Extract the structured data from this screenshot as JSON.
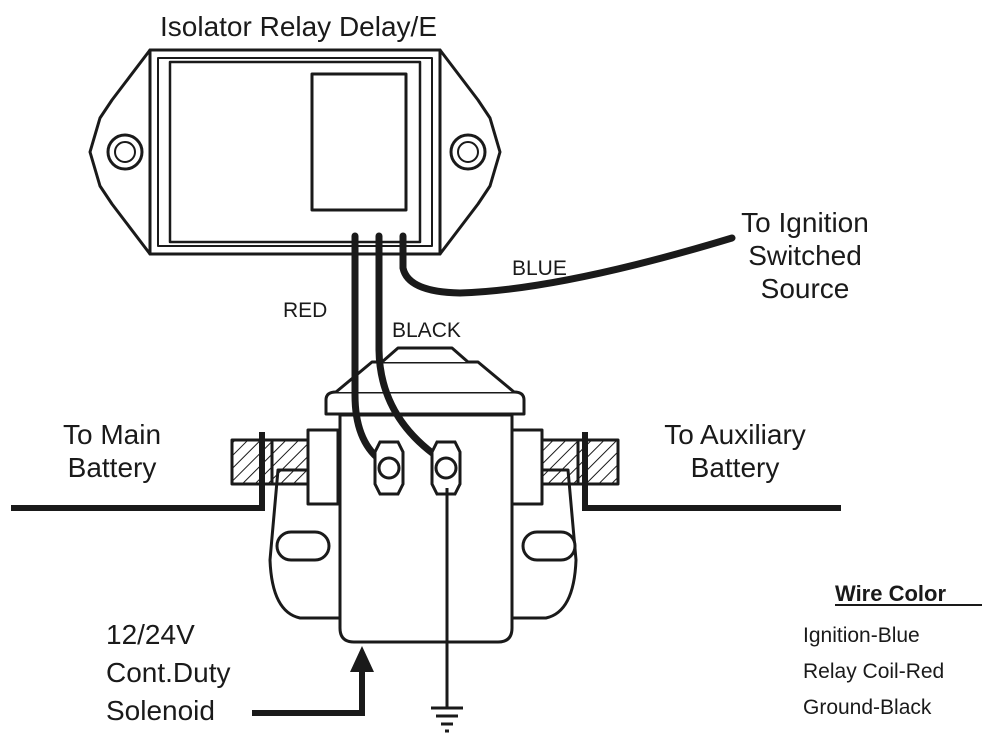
{
  "relay": {
    "title": "Isolator Relay Delay/E"
  },
  "wires": {
    "blue_label": "BLUE",
    "red_label": "RED",
    "black_label": "BLACK"
  },
  "ignition": {
    "line1": "To Ignition",
    "line2": "Switched",
    "line3": "Source"
  },
  "main_battery": {
    "line1": "To Main",
    "line2": "Battery"
  },
  "aux_battery": {
    "line1": "To Auxiliary",
    "line2": "Battery"
  },
  "solenoid": {
    "line1": "12/24V",
    "line2": "Cont.Duty",
    "line3": "Solenoid"
  },
  "legend": {
    "title": "Wire Color",
    "items": [
      "Ignition-Blue",
      "Relay Coil-Red",
      "Ground-Black"
    ]
  }
}
